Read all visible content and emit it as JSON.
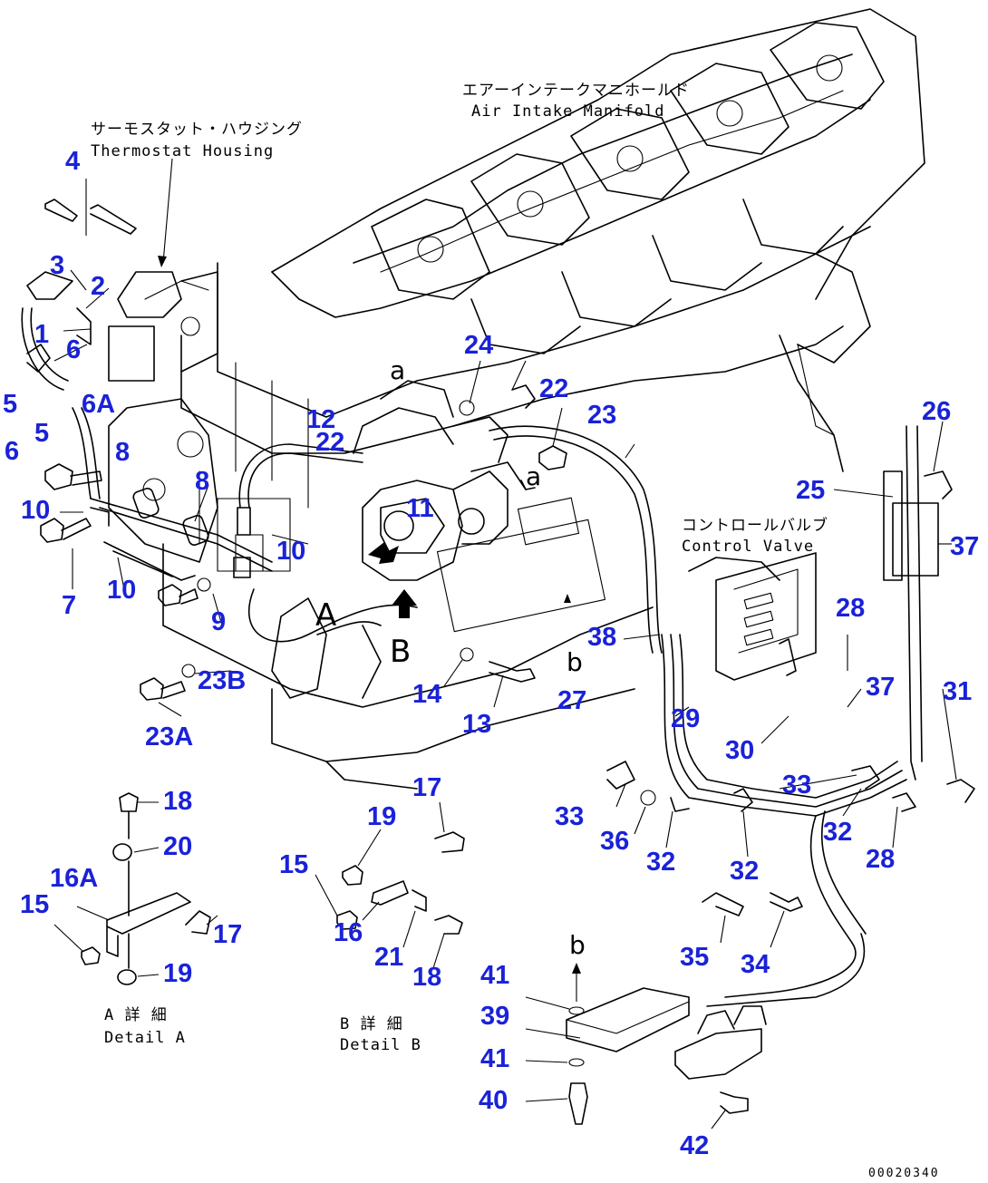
{
  "labels": {
    "air_intake_jp": "エアーインテークマニホールド",
    "air_intake_en": "Air Intake Manifold",
    "thermostat_jp": "サーモスタット・ハウジング",
    "thermostat_en": "Thermostat Housing",
    "control_valve_jp": "コントロールバルブ",
    "control_valve_en": "Control Valve",
    "detail_a_jp": "A 詳 細",
    "detail_a_en": "Detail A",
    "detail_b_jp": "B 詳 細",
    "detail_b_en": "Detail B"
  },
  "view_letters": {
    "A": "A",
    "B": "B",
    "a1": "a",
    "a2": "a",
    "b1": "b",
    "b2": "b"
  },
  "callouts": {
    "c1": "1",
    "c2": "2",
    "c3": "3",
    "c4": "4",
    "c5a": "5",
    "c5b": "5",
    "c6a": "6",
    "c6b": "6",
    "c6A": "6A",
    "c7": "7",
    "c8a": "8",
    "c8b": "8",
    "c9": "9",
    "c10a": "10",
    "c10b": "10",
    "c10c": "10",
    "c11": "11",
    "c12": "12",
    "c13": "13",
    "c14": "14",
    "c15a": "15",
    "c15b": "15",
    "c16": "16",
    "c16A": "16A",
    "c17a": "17",
    "c17b": "17",
    "c18a": "18",
    "c18b": "18",
    "c19a": "19",
    "c19b": "19",
    "c20": "20",
    "c21": "21",
    "c22a": "22",
    "c22b": "22",
    "c23": "23",
    "c23A": "23A",
    "c23B": "23B",
    "c24": "24",
    "c25": "25",
    "c26": "26",
    "c27": "27",
    "c28a": "28",
    "c28b": "28",
    "c29": "29",
    "c30": "30",
    "c31": "31",
    "c32a": "32",
    "c32b": "32",
    "c32c": "32",
    "c33a": "33",
    "c33b": "33",
    "c34": "34",
    "c35": "35",
    "c36": "36",
    "c37a": "37",
    "c37b": "37",
    "c38": "38",
    "c39": "39",
    "c40": "40",
    "c41a": "41",
    "c41b": "41",
    "c42": "42"
  },
  "document_number": "00020340",
  "colors": {
    "callout": "#1a22d8",
    "line": "#000000",
    "background": "#ffffff"
  }
}
